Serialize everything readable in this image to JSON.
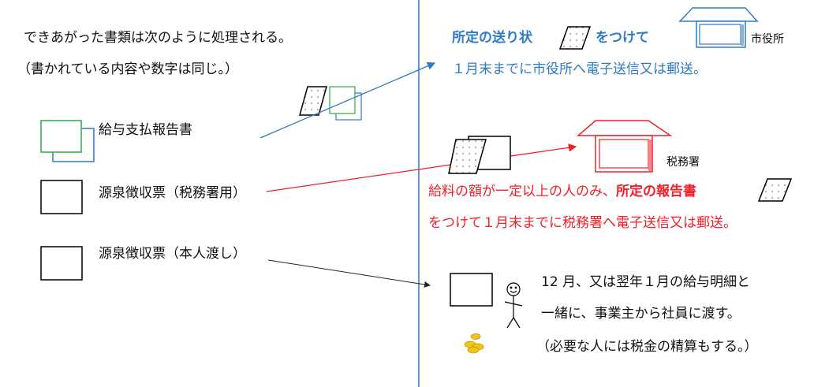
{
  "intro": {
    "line1": "できあがった書類は次のように処理される。",
    "line2": "（書かれている内容や数字は同じ。）"
  },
  "documents": [
    {
      "label": "給与支払報告書"
    },
    {
      "label": "源泉徴収票（税務署用）"
    },
    {
      "label": "源泉徴収票（本人渡し）"
    }
  ],
  "city_office": {
    "heading_bold": "所定の送り状",
    "heading_suffix": "をつけて",
    "building_label": "市役所",
    "line2": "１月末までに市役所へ電子送信又は郵送。"
  },
  "tax_office": {
    "building_label": "税務署",
    "line1_prefix": "給料の額が一定以上の人のみ、",
    "line1_bold": "所定の報告書",
    "line2": "をつけて１月末までに税務署へ電子送信又は郵送。"
  },
  "employee": {
    "line1": "12 月、又は翌年１月の給与明細と",
    "line2": "一緒に、事業主から社員に渡す。",
    "line3": "（必要な人には税金の精算もする。）"
  },
  "colors": {
    "blue": "#2e7bc4",
    "red": "#f0202a",
    "green": "#2ea84a"
  }
}
